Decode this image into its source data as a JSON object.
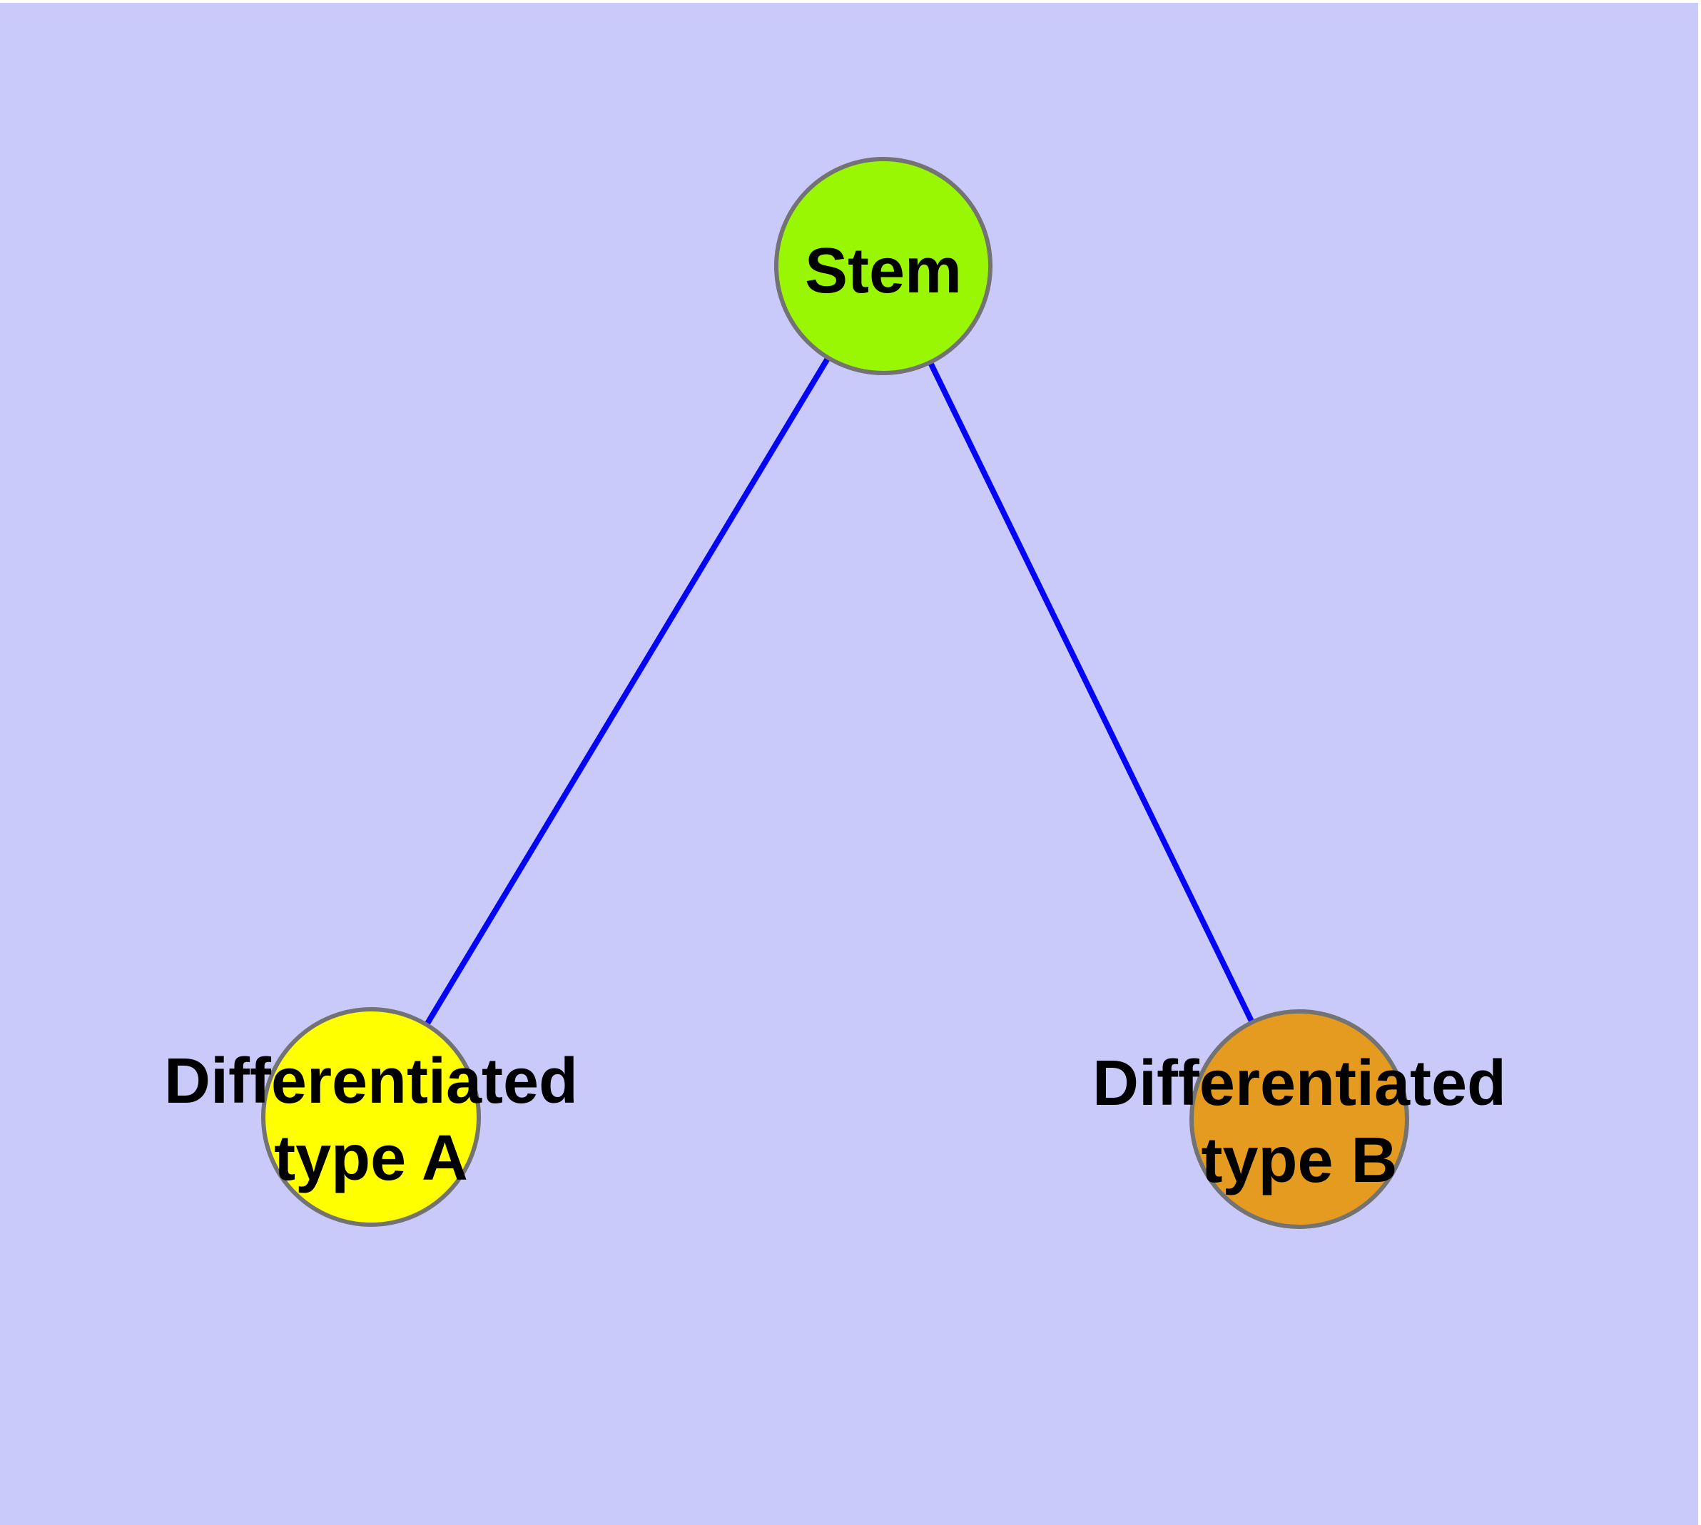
{
  "canvas": {
    "background_color": "#cacafa",
    "margin_color": "#ffffff"
  },
  "style": {
    "node_border_color": "#737373",
    "edge_color": "#0505f5",
    "label_color": "#000000"
  },
  "nodes": {
    "stem": {
      "label": "Stem",
      "fill": "#9af704"
    },
    "type_a": {
      "label_line1": "Differentiated",
      "label_line2": "type A",
      "fill": "#ffff00"
    },
    "type_b": {
      "label_line1": "Differentiated",
      "label_line2": "type B",
      "fill": "#e49b20"
    }
  },
  "edges": {
    "stem_to_type_a": {
      "from": "Stem",
      "to": "Differentiated type A"
    },
    "stem_to_type_b": {
      "from": "Stem",
      "to": "Differentiated type B"
    }
  }
}
